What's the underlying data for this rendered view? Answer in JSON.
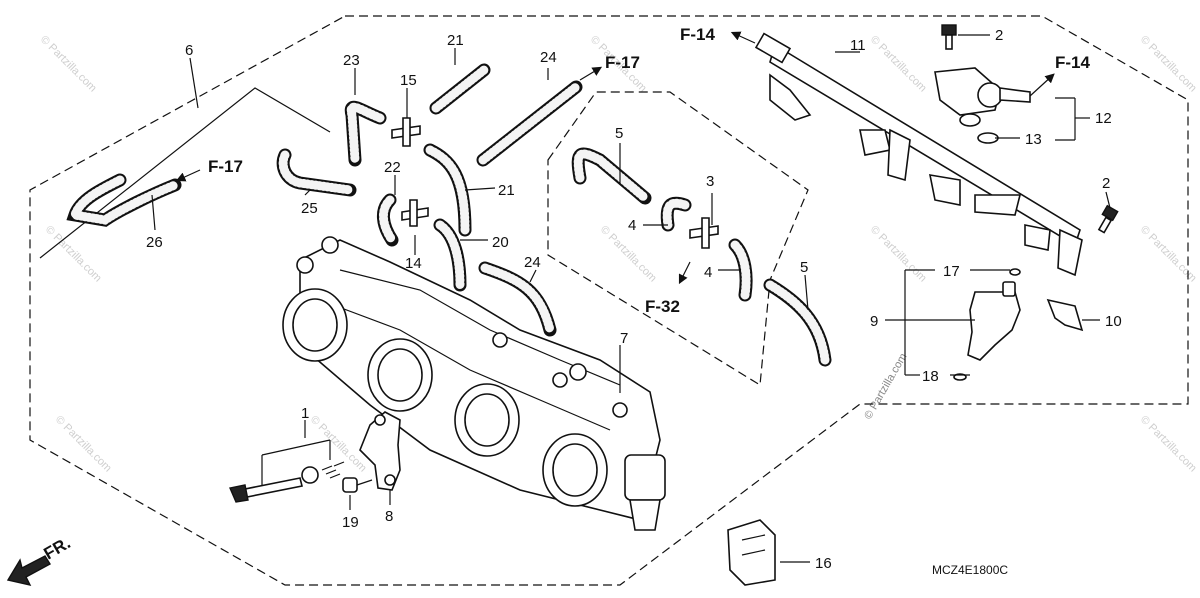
{
  "diagram": {
    "parts": {
      "p1": "1",
      "p2a": "2",
      "p2b": "2",
      "p3": "3",
      "p4a": "4",
      "p4b": "4",
      "p5a": "5",
      "p5b": "5",
      "p6": "6",
      "p7": "7",
      "p8": "8",
      "p9": "9",
      "p10": "10",
      "p11": "11",
      "p12": "12",
      "p13": "13",
      "p14": "14",
      "p15": "15",
      "p16": "16",
      "p17": "17",
      "p18": "18",
      "p19": "19",
      "p20": "20",
      "p21a": "21",
      "p21b": "21",
      "p22": "22",
      "p23": "23",
      "p24a": "24",
      "p24b": "24",
      "p25": "25",
      "p26": "26"
    },
    "refs": {
      "f14a": "F-14",
      "f14b": "F-14",
      "f17a": "F-17",
      "f17b": "F-17",
      "f32": "F-32"
    },
    "front_label": "FR.",
    "code": "MCZ4E1800C",
    "watermark": "© Partzilla.com"
  }
}
